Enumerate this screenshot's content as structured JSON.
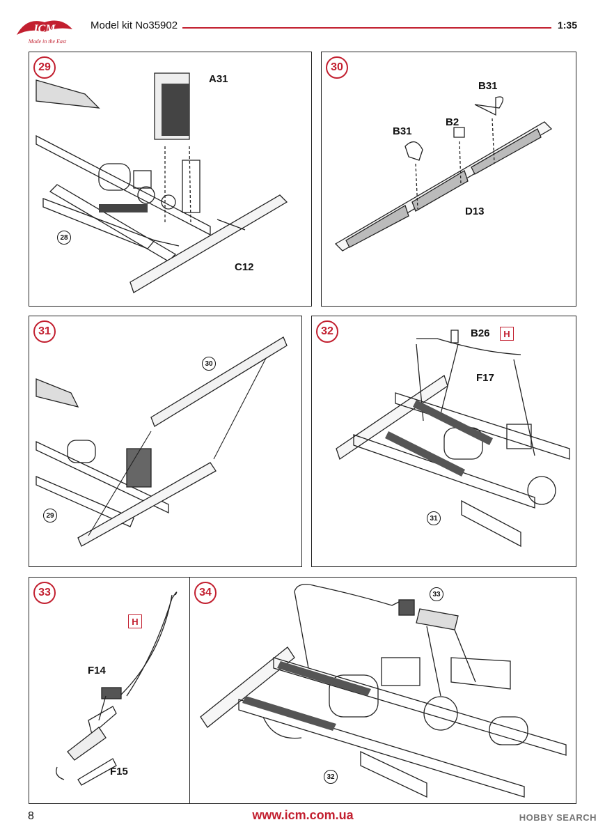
{
  "header": {
    "brand": "ICM",
    "tagline": "Made in the East",
    "kit_label": "Model kit No35902",
    "scale": "1:35"
  },
  "steps": [
    {
      "number": "29",
      "refs": [
        "28"
      ],
      "parts": [
        "A31",
        "C12"
      ]
    },
    {
      "number": "30",
      "refs": [],
      "parts": [
        "B31",
        "B2",
        "B31",
        "D13"
      ]
    },
    {
      "number": "31",
      "refs": [
        "30",
        "29"
      ],
      "parts": []
    },
    {
      "number": "32",
      "refs": [
        "31"
      ],
      "parts": [
        "B26",
        "F17"
      ],
      "marker": "H"
    },
    {
      "number": "33",
      "refs": [],
      "parts": [
        "F14",
        "F15"
      ],
      "marker": "H"
    },
    {
      "number": "34",
      "refs": [
        "33",
        "32"
      ],
      "parts": []
    }
  ],
  "footer": {
    "page_number": "8",
    "url": "www.icm.com.ua",
    "watermark": "HOBBY SEARCH"
  },
  "colors": {
    "accent": "#c21f2f",
    "line": "#222222"
  }
}
